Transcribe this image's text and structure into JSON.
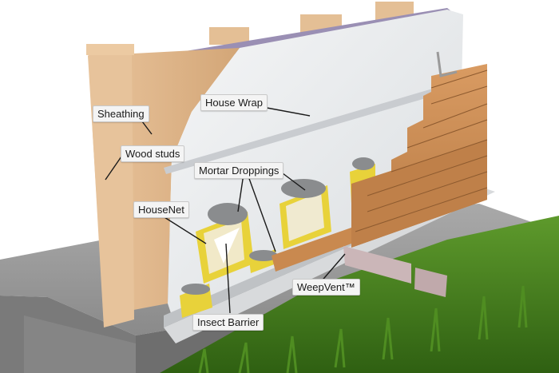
{
  "labels": {
    "sheathing": "Sheathing",
    "wood_studs": "Wood studs",
    "house_wrap": "House Wrap",
    "mortar_droppings": "Mortar Droppings",
    "housenet": "HouseNet",
    "weepvent": "WeepVent™",
    "insect_barrier": "Insect Barrier"
  },
  "colors": {
    "background": "#ffffff",
    "concrete": "#8f8f8f",
    "grass": "#3f7d1c",
    "wood": "#dfb88e",
    "house_wrap": "#e9ecef",
    "brick": "#c98a52",
    "insulation": "#e8d23a",
    "flashing": "#d4d6d8",
    "callout_bg": "#f4f4f4"
  }
}
